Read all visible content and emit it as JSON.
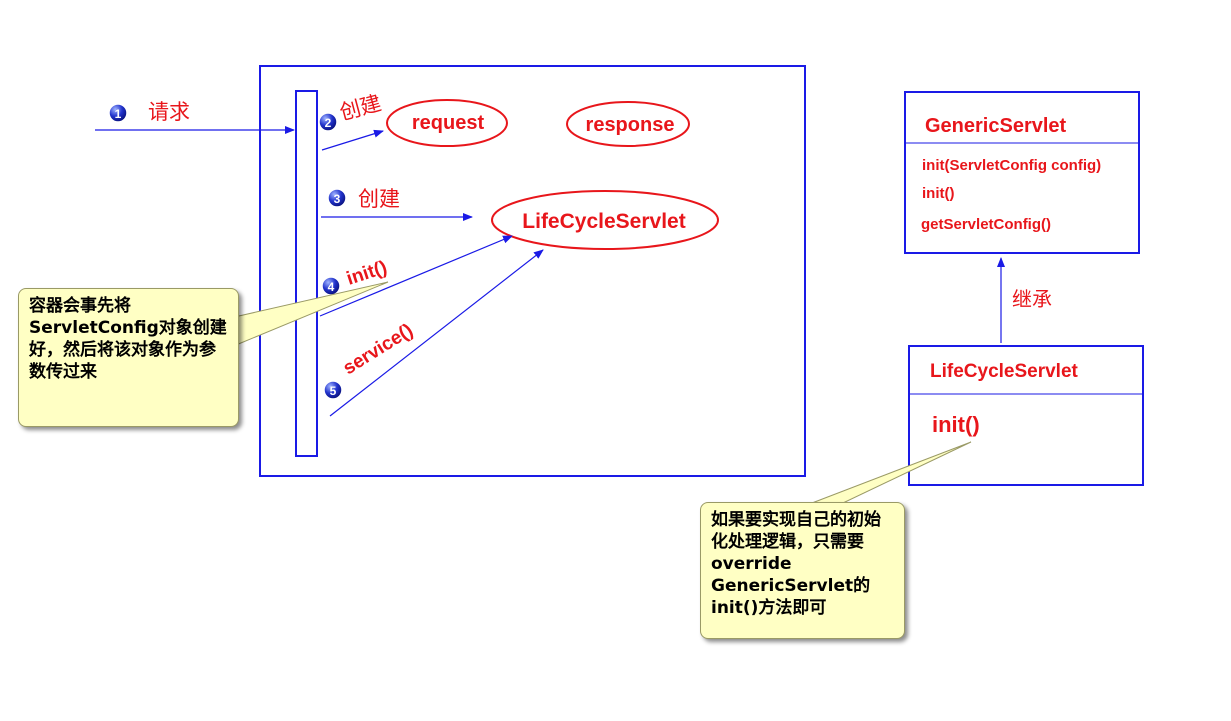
{
  "steps": [
    {
      "num": "1",
      "label": "请求"
    },
    {
      "num": "2",
      "label": "创建"
    },
    {
      "num": "3",
      "label": "创建"
    },
    {
      "num": "4",
      "label": "init()"
    },
    {
      "num": "5",
      "label": "service()"
    }
  ],
  "objects": {
    "request": "request",
    "response": "response",
    "servlet": "LifeCycleServlet"
  },
  "note_left": "容器会事先将ServletConfig对象创建好，然后将该对象作为参数传过来",
  "note_right": "如果要实现自己的初始化处理逻辑，只需要override GenericServlet的init()方法即可",
  "generic_class": {
    "name": "GenericServlet",
    "methods": [
      "init(ServletConfig config)",
      "init()",
      "getServletConfig()"
    ]
  },
  "inherit_label": "继承",
  "sub_class": {
    "name": "LifeCycleServlet",
    "methods": [
      "init()"
    ]
  },
  "colors": {
    "border": "#1a1ae6",
    "text": "#e8161b",
    "note_bg": "#ffffc4"
  }
}
